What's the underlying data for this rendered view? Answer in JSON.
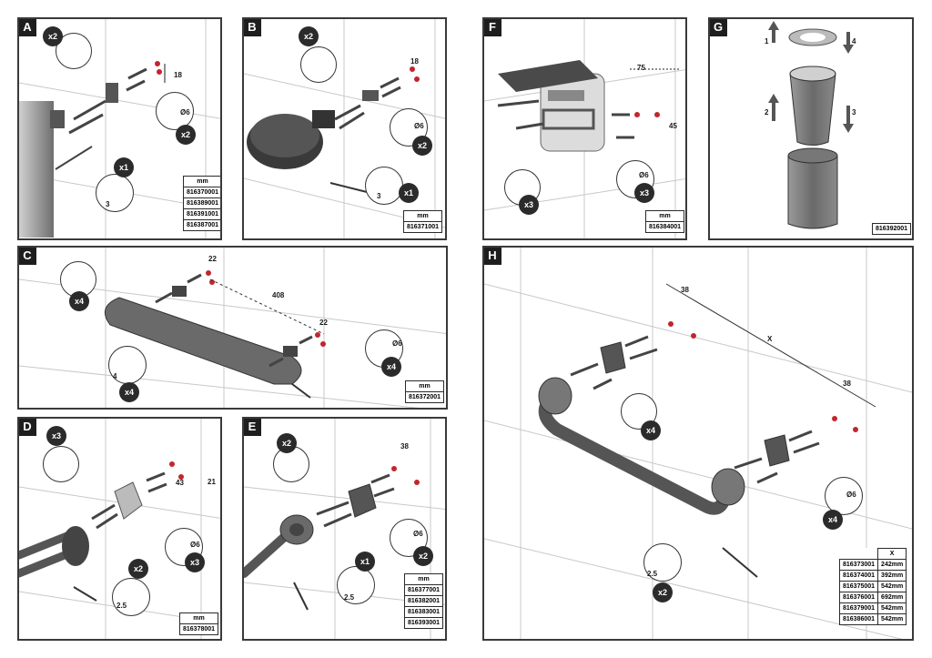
{
  "panels": {
    "A": {
      "letter": "A",
      "dim": "18",
      "drill": "Ø6",
      "qty_screw": "x2",
      "qty_drill": "x2",
      "qty_key": "x1",
      "key_size": "3",
      "table_head": "mm",
      "codes": [
        "816370001",
        "816389001",
        "816391001",
        "816387001"
      ]
    },
    "B": {
      "letter": "B",
      "dim": "18",
      "drill": "Ø6",
      "qty_screw": "x2",
      "qty_drill": "x2",
      "qty_key": "x1",
      "key_size": "3",
      "table_head": "mm",
      "codes": [
        "816371001"
      ]
    },
    "C": {
      "letter": "C",
      "dim_left": "22",
      "dim_right": "22",
      "length": "408",
      "drill": "Ø6",
      "qty_screw": "x4",
      "qty_drill": "x4",
      "qty_key": "x4",
      "key_size": "4",
      "table_head": "mm",
      "codes": [
        "816372001"
      ]
    },
    "D": {
      "letter": "D",
      "dim_h": "43",
      "dim_v": "21",
      "drill": "Ø6",
      "qty_screw": "x3",
      "qty_drill": "x3",
      "qty_key": "x2",
      "key_size": "2.5",
      "table_head": "mm",
      "codes": [
        "816378001"
      ]
    },
    "E": {
      "letter": "E",
      "dim": "38",
      "drill": "Ø6",
      "qty_screw": "x2",
      "qty_drill": "x2",
      "qty_key": "x1",
      "key_size": "2.5",
      "table_head": "mm",
      "codes": [
        "816377001",
        "816382001",
        "816383001",
        "816393001"
      ]
    },
    "F": {
      "letter": "F",
      "dim_h": "75",
      "dim_v": "45",
      "drill": "Ø6",
      "qty_screw": "x3",
      "qty_drill": "x3",
      "table_head": "mm",
      "codes": [
        "816384001"
      ]
    },
    "G": {
      "letter": "G",
      "steps": [
        "1",
        "2",
        "3",
        "4"
      ],
      "codes": [
        "816392001"
      ]
    },
    "H": {
      "letter": "H",
      "dim_left": "38",
      "dim_right": "38",
      "span": "X",
      "drill": "Ø6",
      "qty_screw": "x4",
      "qty_drill": "x4",
      "qty_key": "x2",
      "key_size": "2.5",
      "table_head": "X",
      "rows": [
        {
          "code": "816373001",
          "x": "242mm"
        },
        {
          "code": "816374001",
          "x": "392mm"
        },
        {
          "code": "816375001",
          "x": "542mm"
        },
        {
          "code": "816376001",
          "x": "692mm"
        },
        {
          "code": "816379001",
          "x": "542mm"
        },
        {
          "code": "816386001",
          "x": "542mm"
        }
      ]
    }
  }
}
